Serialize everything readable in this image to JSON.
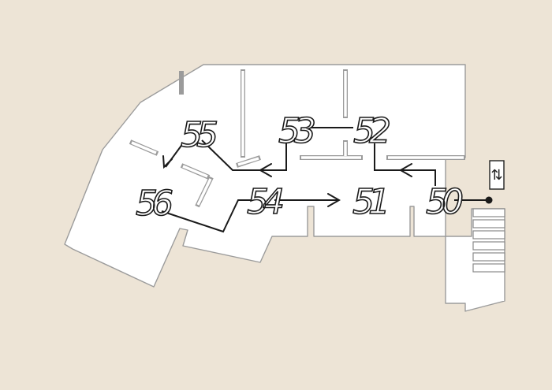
{
  "map": {
    "background_color": "#ede4d6",
    "floor_color": "#ffffff",
    "route_color": "#1a1a1a",
    "rooms": [
      {
        "id": "room-50",
        "label": "50"
      },
      {
        "id": "room-51",
        "label": "51"
      },
      {
        "id": "room-52",
        "label": "52"
      },
      {
        "id": "room-53",
        "label": "53"
      },
      {
        "id": "room-54",
        "label": "54"
      },
      {
        "id": "room-55",
        "label": "55"
      },
      {
        "id": "room-56",
        "label": "56"
      }
    ],
    "route_order": [
      "50",
      "52",
      "53",
      "55",
      "56",
      "54",
      "51"
    ],
    "icons": {
      "start": "start-dot-icon",
      "elevator": "elevator-icon",
      "stairs": "stairs-icon"
    },
    "elevator_glyph": "⇅"
  }
}
